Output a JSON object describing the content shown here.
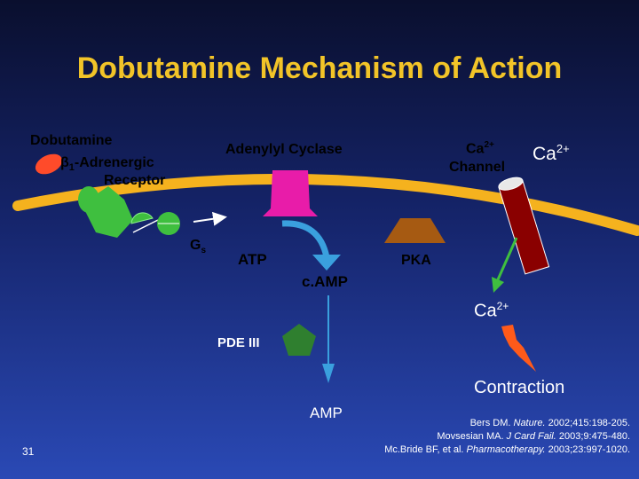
{
  "title": "Dobutamine Mechanism of Action",
  "labels": {
    "dobutamine": "Dobutamine",
    "receptor_beta": "β",
    "receptor_sub": "1",
    "receptor_rest": "-Adrenergic",
    "receptor_line2": "Receptor",
    "gs_main": "G",
    "gs_sub": "s",
    "adenylyl_cyclase": "Adenylyl Cyclase",
    "atp": "ATP",
    "camp": "c.AMP",
    "pka": "PKA",
    "ca_channel_base": "Ca",
    "ca_channel_sup": "2+",
    "ca_channel_line2": "Channel",
    "ca_ext_base": "Ca",
    "ca_ext_sup": "2+",
    "ca_int_base": "Ca",
    "ca_int_sup": "2+",
    "pde3": "PDE III",
    "amp": "AMP",
    "contraction": "Contraction"
  },
  "slide_number": "31",
  "references": [
    {
      "pre": "Bers DM. ",
      "journal": "Nature.",
      "post": " 2002;415:198-205."
    },
    {
      "pre": "Movsesian MA. ",
      "journal": "J Card Fail.",
      "post": " 2003;9:475-480."
    },
    {
      "pre": "Mc.Bride BF, et al. ",
      "journal": "Pharmacotherapy.",
      "post": " 2003;23:997-1020."
    }
  ],
  "colors": {
    "title": "#f2c428",
    "membrane": "#f5b21e",
    "dobutamine": "#ff4b2a",
    "receptor": "#3fbf3f",
    "adenylyl_cyclase": "#e81ca9",
    "camp_arrow": "#3aa0de",
    "pka": "#a65a12",
    "ca_channel": "#8a0000",
    "pde3": "#2f7f2f",
    "lightning": "#ff5a1a"
  }
}
